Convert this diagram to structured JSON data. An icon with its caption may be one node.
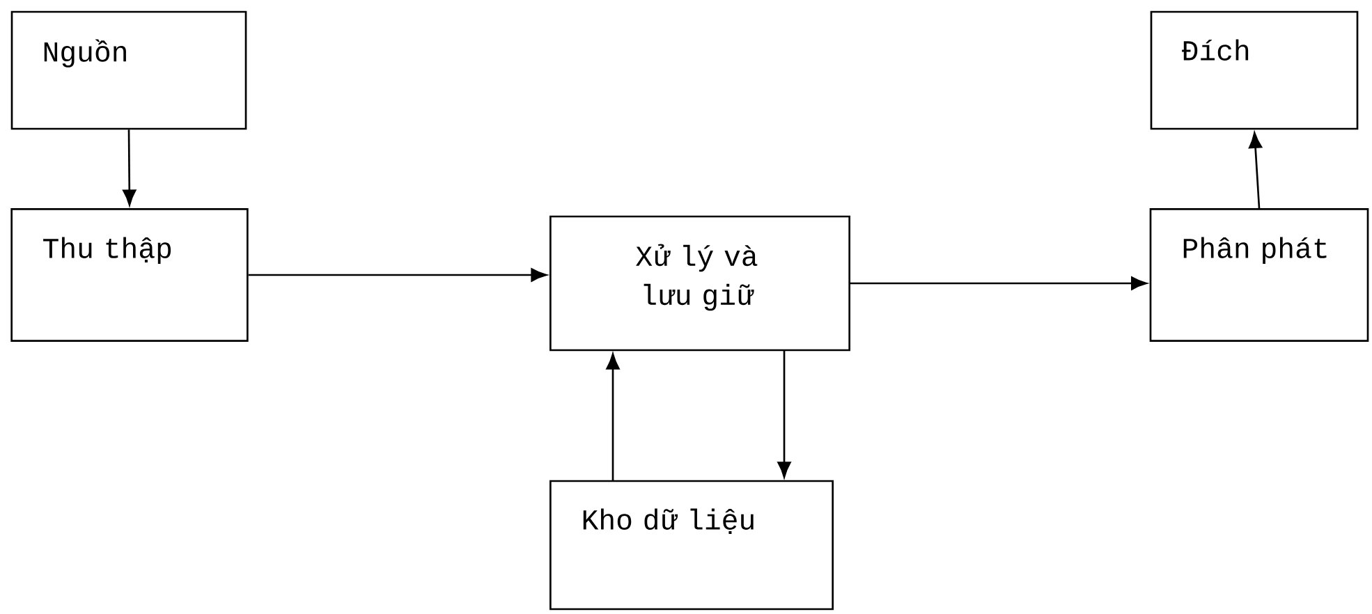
{
  "diagram": {
    "nodes": [
      {
        "text": [
          "Nguồn"
        ]
      },
      {
        "text": [
          "Đích"
        ]
      },
      {
        "text": [
          "Thu thập"
        ]
      },
      {
        "text": [
          "Xử lý và lưu giữ"
        ]
      },
      {
        "text": [
          "Phân phát"
        ]
      },
      {
        "text": [
          "Kho dữ liệu"
        ]
      }
    ],
    "edges": [
      {
        "from": 0,
        "to": 2,
        "arrow": "to"
      },
      {
        "from": 2,
        "to": 3,
        "arrow": "to"
      },
      {
        "from": 3,
        "to": 4,
        "arrow": "to"
      },
      {
        "from": 4,
        "to": 1,
        "arrow": "to"
      },
      {
        "from": 5,
        "to": 3,
        "arrow": "to"
      },
      {
        "from": 3,
        "to": 5,
        "arrow": "to"
      }
    ]
  }
}
